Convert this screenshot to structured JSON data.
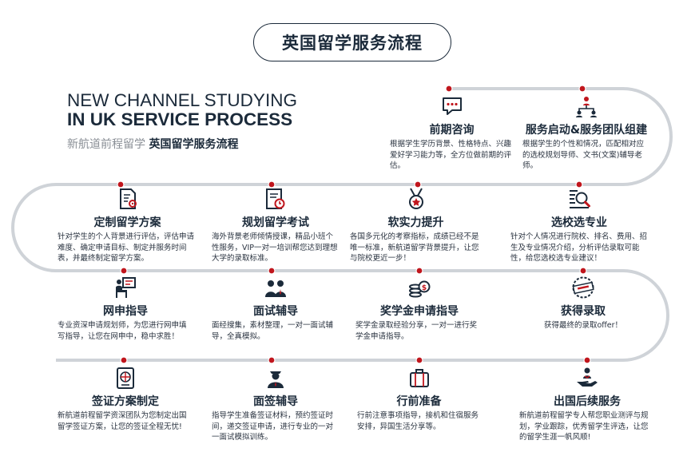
{
  "title": "英国留学服务流程",
  "heading_en_1": "NEW CHANNEL STUDYING",
  "heading_en_2": "IN UK SERVICE PROCESS",
  "subtitle_grey": "新航道前程留学",
  "subtitle_bold": "英国留学服务流程",
  "colors": {
    "accent": "#c0161d",
    "dark": "#1b2a3a",
    "track": "#cfd3d8"
  },
  "steps": [
    {
      "icon": "chat-bubble-icon",
      "title": "前期咨询",
      "desc": "根据学生学历背景、性格特点、兴趣爱好学习能力等，全方位做前期的评估。"
    },
    {
      "icon": "team-network-icon",
      "title": "服务启动&服务团队组建",
      "desc": "根据学生的个性和情况，匹配相对应的选校规划导师、文书(文案)辅导老师。"
    },
    {
      "icon": "document-gear-icon",
      "title": "定制留学方案",
      "desc": "针对学生的个人背景进行评估，评估申请难度、确定申请目标、制定并服务时间表，并最终制定留学方案。"
    },
    {
      "icon": "exam-clock-icon",
      "title": "规划留学考试",
      "desc": "海外背景老师倾情授课，精品小班个性服务，VIP一对一培训帮您达到理想大学的录取标准。"
    },
    {
      "icon": "medal-icon",
      "title": "软实力提升",
      "desc": "各国多元化的考察指标，成绩已经不是唯一标准，新航道留学背景提升，让您与院校更近一步！"
    },
    {
      "icon": "magnifier-list-icon",
      "title": "选校选专业",
      "desc": "针对个人情况进行院校、排名、费用、招生及专业情况介绍，分析评估录取可能性，给您选校选专业建议！"
    },
    {
      "icon": "online-application-icon",
      "title": "网申指导",
      "desc": "专业资深申请规划师，为您进行网申填写指导，让您在网申中，稳中求胜！"
    },
    {
      "icon": "interview-people-icon",
      "title": "面试辅导",
      "desc": "面经搜集，素材整理，一对一面试辅导，全真模拟。"
    },
    {
      "icon": "coins-stack-icon",
      "title": "奖学金申请指导",
      "desc": "奖学金录取经验分享，一对一进行奖学金申请指导。"
    },
    {
      "icon": "offer-stamp-icon",
      "title": "获得录取",
      "desc": "获得最终的录取offer！"
    },
    {
      "icon": "passport-globe-icon",
      "title": "签证方案制定",
      "desc": "新航道前程留学资深团队为您制定出国留学签证方案，让您的签证全程无忧!"
    },
    {
      "icon": "visa-officer-icon",
      "title": "面签辅导",
      "desc": "指导学生准备签证材料，预约签证时间，递交签证申请，进行专业的一对一面试模拟训练。"
    },
    {
      "icon": "suitcase-icon",
      "title": "行前准备",
      "desc": "行前注意事项指导，接机和住宿服务安排，异国生活分享等。"
    },
    {
      "icon": "support-hand-icon",
      "title": "出国后续服务",
      "desc": "新航道前程留学专人帮您职业测评与规划，学业跟踪，优秀留学生评选，让您的留学生涯一帆风顺!"
    }
  ]
}
